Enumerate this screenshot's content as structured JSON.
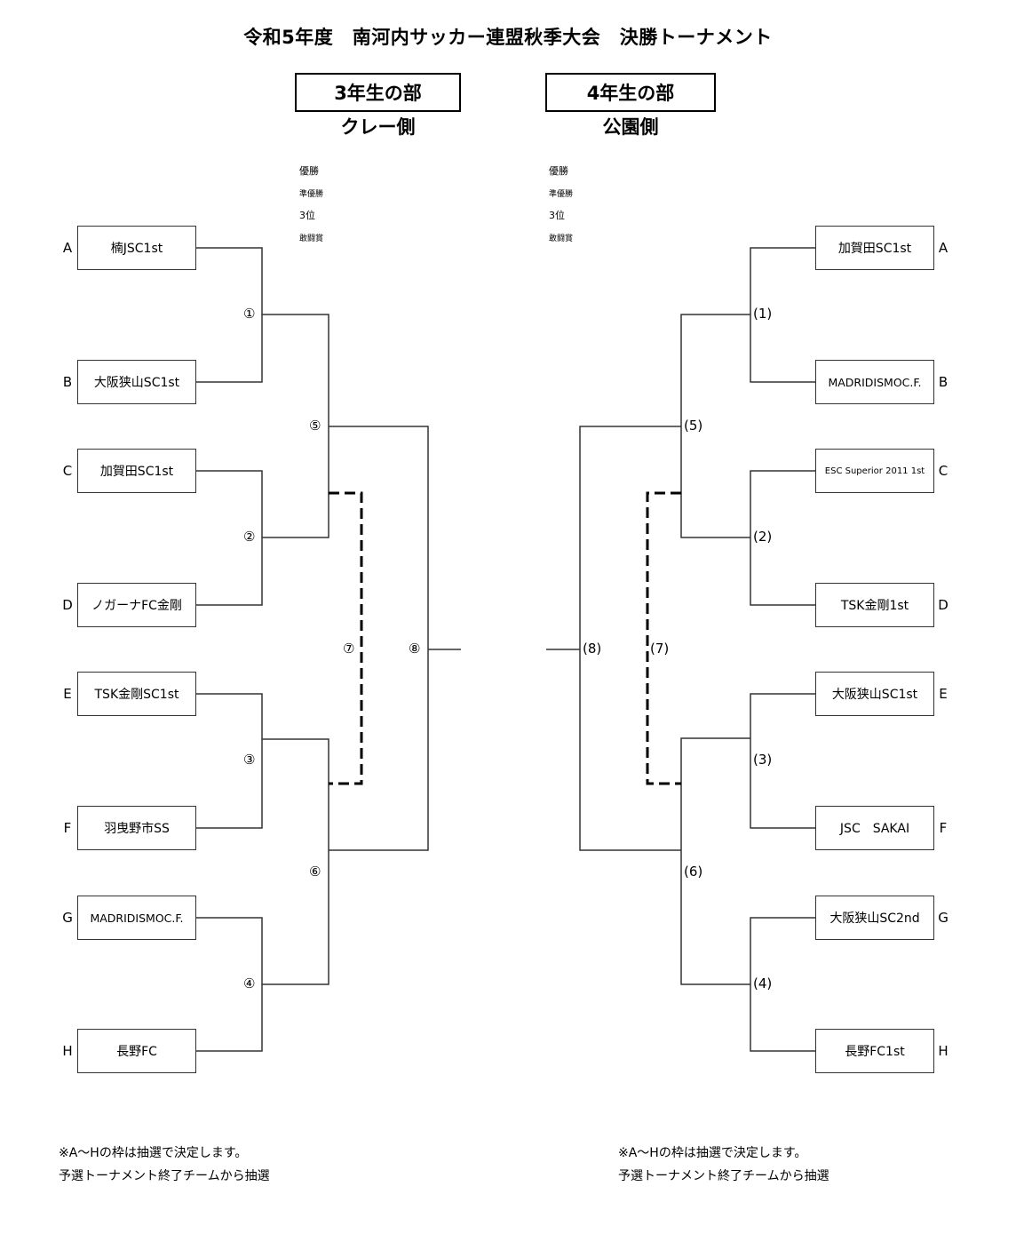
{
  "title": "令和5年度　南河内サッカー連盟秋季大会　決勝トーナメント",
  "left": {
    "division": "3年生の部",
    "side": "クレー側",
    "awards": [
      "優勝",
      "準優勝",
      "3位",
      "敢闘賞"
    ],
    "teams": [
      {
        "slot": "A",
        "name": "楠JSC1st"
      },
      {
        "slot": "B",
        "name": "大阪狭山SC1st"
      },
      {
        "slot": "C",
        "name": "加賀田SC1st"
      },
      {
        "slot": "D",
        "name": "ノガーナFC金剛"
      },
      {
        "slot": "E",
        "name": "TSK金剛SC1st"
      },
      {
        "slot": "F",
        "name": "羽曳野市SS"
      },
      {
        "slot": "G",
        "name": "MADRIDISMOC.F."
      },
      {
        "slot": "H",
        "name": "長野FC"
      }
    ],
    "matches": [
      "①",
      "②",
      "③",
      "④",
      "⑤",
      "⑥",
      "⑦",
      "⑧"
    ],
    "notes": [
      "※A～Hの枠は抽選で決定します。",
      "予選トーナメント終了チームから抽選"
    ]
  },
  "right": {
    "division": "4年生の部",
    "side": "公園側",
    "awards": [
      "優勝",
      "準優勝",
      "3位",
      "敢闘賞"
    ],
    "teams": [
      {
        "slot": "A",
        "name": "加賀田SC1st"
      },
      {
        "slot": "B",
        "name": "MADRIDISMOC.F."
      },
      {
        "slot": "C",
        "name": "ESC Superior 2011 1st"
      },
      {
        "slot": "D",
        "name": "TSK金剛1st"
      },
      {
        "slot": "E",
        "name": "大阪狭山SC1st"
      },
      {
        "slot": "F",
        "name": "JSC　SAKAI"
      },
      {
        "slot": "G",
        "name": "大阪狭山SC2nd"
      },
      {
        "slot": "H",
        "name": "長野FC1st"
      }
    ],
    "matches": [
      "(1)",
      "(2)",
      "(3)",
      "(4)",
      "(5)",
      "(6)",
      "(7)",
      "(8)"
    ],
    "notes": [
      "※A～Hの枠は抽選で決定します。",
      "予選トーナメント終了チームから抽選"
    ]
  }
}
